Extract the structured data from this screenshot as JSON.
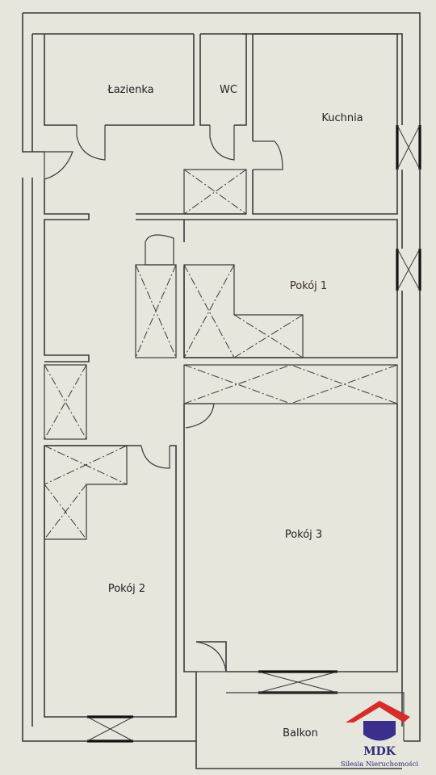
{
  "rooms": {
    "bathroom": "Łazienka",
    "wc": "WC",
    "kitchen": "Kuchnia",
    "room1": "Pokój 1",
    "room2": "Pokój 2",
    "room3": "Pokój 3",
    "balcony": "Balkon"
  },
  "logo": {
    "brand": "MDK",
    "tagline": "Silesia Nieruchomości",
    "colors": {
      "roof": "#d62c2c",
      "shield": "#3a2f8c",
      "text": "#2a2a7a"
    }
  }
}
